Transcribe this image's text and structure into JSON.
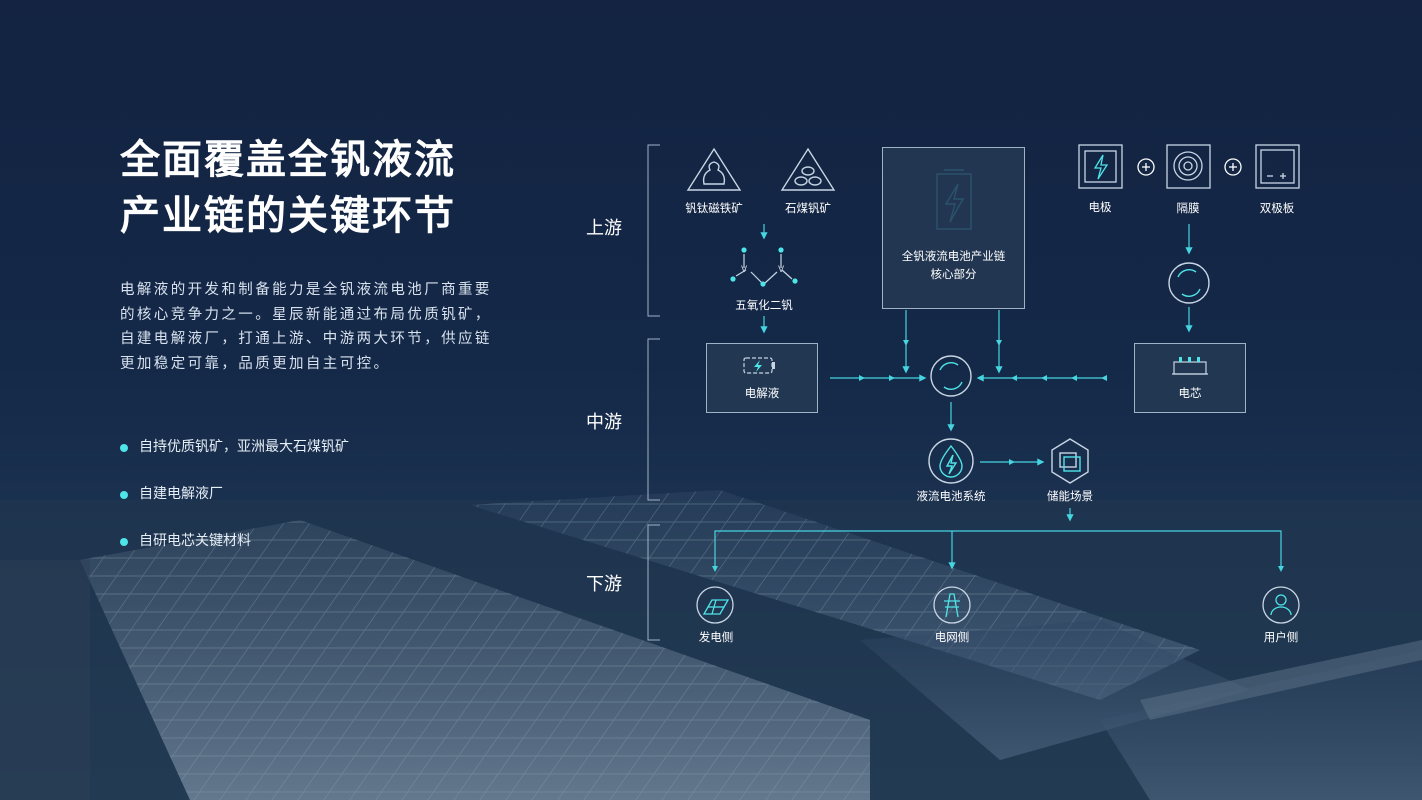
{
  "headline": {
    "line1": "全面覆盖全钒液流",
    "line2": "产业链的关键环节"
  },
  "intro": "电解液的开发和制备能力是全钒液流电池厂商重要的核心竞争力之一。星辰新能通过布局优质钒矿，自建电解液厂，打通上游、中游两大环节，供应链更加稳定可靠，品质更加自主可控。",
  "bullets": [
    "自持优质钒矿，亚洲最大石煤钒矿",
    "自建电解液厂",
    "自研电芯关键材料"
  ],
  "stages": {
    "upstream": "上游",
    "midstream": "中游",
    "downstream": "下游"
  },
  "nodes": {
    "ore1": "钒钛磁铁矿",
    "ore2": "石煤钒矿",
    "v2o5": "五氧化二钒",
    "core_line1": "全钒液流电池产业链",
    "core_line2": "核心部分",
    "electrode": "电极",
    "membrane": "隔膜",
    "bipolar": "双极板",
    "electrolyte": "电解液",
    "cell": "电芯",
    "system": "液流电池系统",
    "scenario": "储能场景",
    "gen": "发电侧",
    "grid": "电网侧",
    "user": "用户侧"
  },
  "colors": {
    "accent": "#4ee4e8",
    "line": "#45d4e0",
    "box_border": "#9fb3c6",
    "background": "#132341"
  },
  "icons": [
    "mountain-ore-icon",
    "coal-ore-icon",
    "molecule-icon",
    "battery-bolt-icon",
    "electrode-icon",
    "plus-icon",
    "membrane-icon",
    "bipolar-plate-icon",
    "cycle-icon",
    "electrolyte-icon",
    "cell-icon",
    "drop-bolt-icon",
    "storage-icon",
    "solar-panel-icon",
    "power-tower-icon",
    "user-icon"
  ]
}
